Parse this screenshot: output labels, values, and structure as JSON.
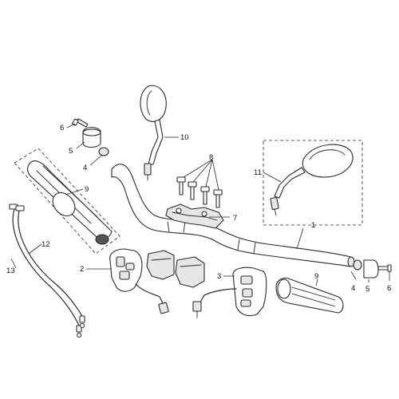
{
  "callouts": {
    "c1": "1",
    "c2": "2",
    "c3": "3",
    "c4_left": "4",
    "c4_right": "4",
    "c5_left": "5",
    "c5_right": "5",
    "c6_left": "6",
    "c6_right": "6",
    "c7": "7",
    "c8": "8",
    "c9_left": "9",
    "c9_right": "9",
    "c10": "10",
    "c11": "11",
    "c12": "12",
    "c13": "13"
  }
}
